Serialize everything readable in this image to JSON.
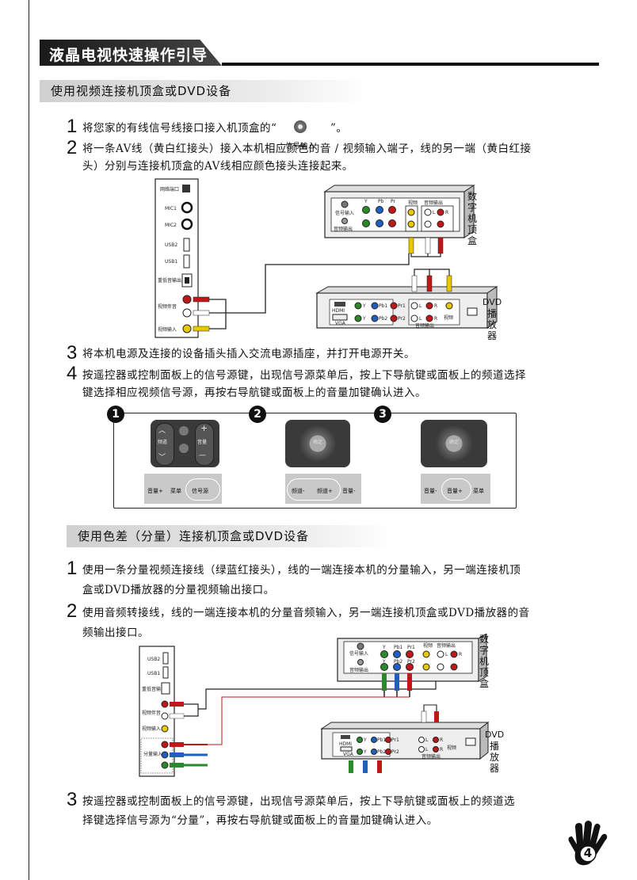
{
  "header": {
    "title": "液晶电视快速操作引导"
  },
  "section1": {
    "title": "使用视频连接机顶盒或DVD设备",
    "steps": [
      {
        "num": "1",
        "text_a": "将您家的有线信号线接口接入机顶盒的“",
        "icon_label": "信号输入",
        "text_b": "”。"
      },
      {
        "num": "2",
        "line1": "将一条AV线（黄白红接头）接入本机相应颜色的音 / 视频输入端子，线的另一端（黄白红接",
        "line2": "头）分别与连接机顶盒的AV线相应颜色接头连接起来。"
      },
      {
        "num": "3",
        "line1": "将本机电源及连接的设备插头插入交流电源插座，并打开电源开关。"
      },
      {
        "num": "4",
        "line1": "按遥控器或控制面板上的信号源键，出现信号源菜单后，按上下导航键或面板上的频道选择",
        "line2": "键选择相应视频信号源，再按右导航键或面板上的音量加键确认进入。"
      }
    ]
  },
  "tv_panel": {
    "ports": [
      "网络端口",
      "MIC1",
      "MIC2",
      "USB2",
      "USB1",
      "重低音输出",
      "视频伴音",
      "视频输入"
    ],
    "ports2": [
      "USB2",
      "USB1",
      "重低音输出",
      "视频伴音",
      "视频输入",
      "分量输入"
    ],
    "lr": [
      "R",
      "L"
    ]
  },
  "stb": {
    "title_chars": [
      "数",
      "字",
      "机",
      "顶",
      "盒"
    ],
    "sig_in": "信号输入",
    "audio_out": "音频输出",
    "y": "Y",
    "pb": "Pb",
    "pr": "Pr",
    "pb1": "Pb1",
    "pr1": "Pr1",
    "pb2": "Pb2",
    "pr2": "Pr2",
    "video": "视频",
    "audio_out2": "音频输出",
    "L": "L",
    "R": "R"
  },
  "dvd": {
    "title_lines": [
      "DVD",
      "播",
      "放",
      "器"
    ],
    "hdmi": "HDMI",
    "vga": "VGA",
    "y": "Y",
    "pb1": "Pb1",
    "pr1": "Pr1",
    "pb2": "Pb2",
    "pr2": "Pr2",
    "L": "L",
    "R": "R",
    "video": "视频",
    "audio_out": "音频输出"
  },
  "steps_panel": {
    "badges": [
      "1",
      "2",
      "3"
    ],
    "remote1": {
      "ch": "频道",
      "vol": "音量",
      "plus": "+",
      "minus": "—",
      "up": "︿",
      "down": "﹀"
    },
    "confirm": "确定",
    "row1": {
      "a": "音量+",
      "b": "菜单",
      "c": "信号源"
    },
    "row2": {
      "a": "频道-",
      "b": "频道+",
      "c": "音量-"
    },
    "row3": {
      "a": "音量-",
      "b": "音量+",
      "c": "菜单"
    }
  },
  "section2": {
    "title": "使用色差（分量）连接机顶盒或DVD设备",
    "steps": [
      {
        "num": "1",
        "line1": "使用一条分量视频连接线（绿蓝红接头），线的一端连接本机的分量输入，另一端连接机顶",
        "line2": "盒或DVD播放器的分量视频输出接口。"
      },
      {
        "num": "2",
        "line1": "使用音频转接线，线的一端连接本机的分量音频输入，另一端连接机顶盒或DVD播放器的音",
        "line2": "频输出接口。"
      },
      {
        "num": "3",
        "line1": "按遥控器或控制面板上的信号源键，出现信号源菜单后，按上下导航键或面板上的频道选",
        "line2": "择键选择信号源为“分量”，再按右导航键或面板上的音量加键确认进入。"
      }
    ]
  },
  "footer": {
    "page": "4"
  },
  "colors": {
    "yellow": "#e8c800",
    "red": "#c01818",
    "green": "#2a8a2a",
    "blue": "#1f5fbf",
    "white": "#ffffff"
  }
}
